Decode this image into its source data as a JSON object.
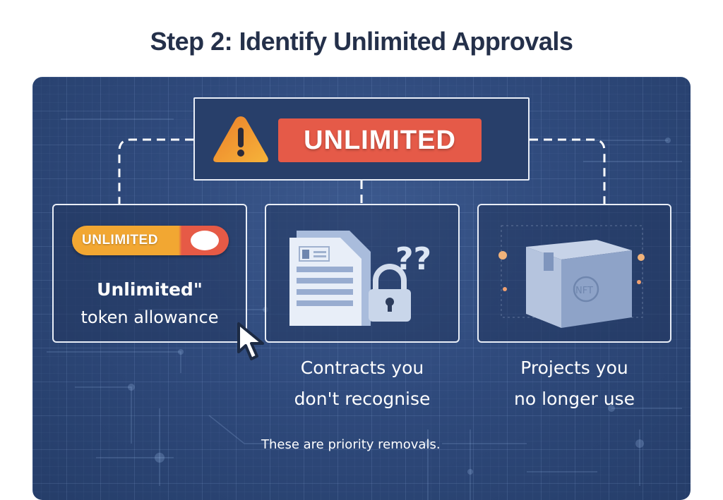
{
  "title": "Step 2: Identify Unlimited Approvals",
  "colors": {
    "panel_bg": "#2f4a7c",
    "badge_red": "#e55a48",
    "toggle_orange": "#f2a732",
    "warning_orange": "#f5a623",
    "title_text": "#24304a"
  },
  "header_box": {
    "icon": "warning-triangle-icon",
    "badge_label": "UNLIMITED"
  },
  "cards": [
    {
      "toggle_label": "UNLIMITED",
      "line1": "Unlimited\"",
      "line2": "token allowance",
      "icon": "toggle-switch-icon"
    },
    {
      "icon": "document-lock-question-icon",
      "caption_line1": "Contracts you",
      "caption_line2": "don't recognise",
      "question_marks": "??"
    },
    {
      "icon": "nft-box-icon",
      "box_label": "NFT",
      "caption_line1": "Projects you",
      "caption_line2": "no longer use"
    }
  ],
  "footer_note": "These are priority removals."
}
